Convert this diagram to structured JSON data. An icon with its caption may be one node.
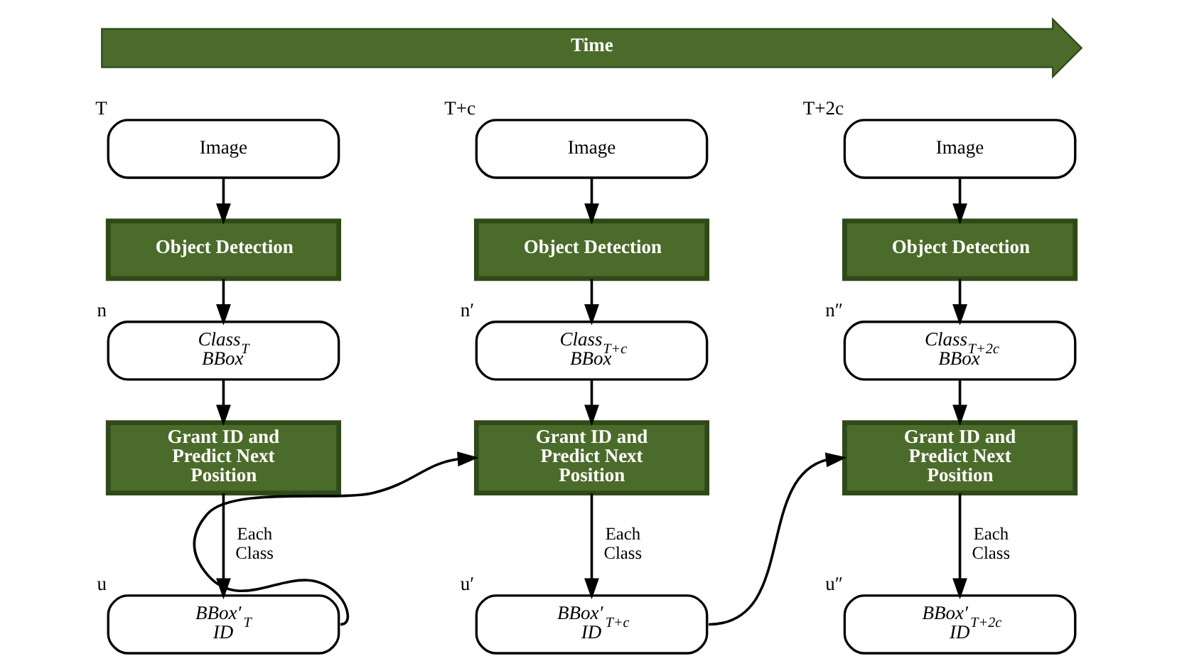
{
  "diagram": {
    "nodes": [
      {
        "text": [
          "Time"
        ]
      },
      {
        "text": [
          "Image"
        ],
        "beside": [
          "T"
        ]
      },
      {
        "text": [
          "Object Detection"
        ]
      },
      {
        "text": [
          "Class$_{T}$",
          "BBox"
        ],
        "beside": [
          "n"
        ]
      },
      {
        "text": [
          "Grant ID and Predict Next Position"
        ]
      },
      {
        "text": [
          "BBox′$_{T}$",
          "ID"
        ],
        "beside": [
          "u"
        ]
      },
      {
        "text": [
          "Image"
        ],
        "beside": [
          "T+c"
        ]
      },
      {
        "text": [
          "Object Detection"
        ]
      },
      {
        "text": [
          "Class$_{T+c}$",
          "BBox"
        ],
        "beside": [
          "n′"
        ]
      },
      {
        "text": [
          "Grant ID and Predict Next Position"
        ]
      },
      {
        "text": [
          "BBox′$_{T+c}$",
          "ID"
        ],
        "beside": [
          "u′"
        ]
      },
      {
        "text": [
          "Image"
        ],
        "beside": [
          "T+2c"
        ]
      },
      {
        "text": [
          "Object Detection"
        ]
      },
      {
        "text": [
          "Class$_{T+2c}$",
          "BBox"
        ],
        "beside": [
          "n″"
        ]
      },
      {
        "text": [
          "Grant ID and Predict Next Position"
        ]
      },
      {
        "text": [
          "BBox′$_{T+2c}$",
          "ID"
        ],
        "beside": [
          "u″"
        ]
      }
    ],
    "edges": [
      {
        "from": 1,
        "to": 2,
        "arrow": "to"
      },
      {
        "from": 2,
        "to": 3,
        "arrow": "to"
      },
      {
        "from": 3,
        "to": 4,
        "arrow": "to"
      },
      {
        "from": 4,
        "to": 5,
        "arrow": "to",
        "label": "Each Class"
      },
      {
        "from": 5,
        "to": 9,
        "arrow": "to"
      },
      {
        "from": 6,
        "to": 7,
        "arrow": "to"
      },
      {
        "from": 7,
        "to": 8,
        "arrow": "to"
      },
      {
        "from": 8,
        "to": 9,
        "arrow": "to"
      },
      {
        "from": 9,
        "to": 10,
        "arrow": "to",
        "label": "Each Class"
      },
      {
        "from": 10,
        "to": 14,
        "arrow": "to"
      },
      {
        "from": 11,
        "to": 12,
        "arrow": "to"
      },
      {
        "from": 12,
        "to": 13,
        "arrow": "to"
      },
      {
        "from": 13,
        "to": 14,
        "arrow": "to"
      },
      {
        "from": 14,
        "to": 15,
        "arrow": "to",
        "label": "Each Class"
      }
    ]
  }
}
